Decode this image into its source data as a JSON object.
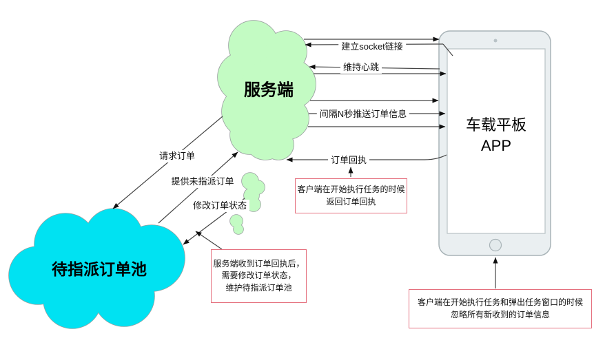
{
  "colors": {
    "server-fill": "#c3fbc3",
    "pool-fill": "#00e2f2",
    "cloud-stroke": "#999f9f",
    "device-fill": "#eaeff1",
    "device-stroke": "#a8b3b7",
    "screen-stroke": "#bcc5c8",
    "note-border": "#e5707e",
    "line-color": "#444444",
    "text-color": "#111111"
  },
  "nodes": {
    "server": {
      "label": "服务端"
    },
    "pool": {
      "label": "待指派订单池"
    },
    "tablet": {
      "label_line1": "车载平板",
      "label_line2": "APP"
    }
  },
  "connectors": {
    "establish_socket": {
      "label": "建立socket链接"
    },
    "heartbeat": {
      "label": "维持心跳"
    },
    "push_orders": {
      "label": "间隔N秒推送订单信息"
    },
    "order_receipt": {
      "label": "订单回执"
    },
    "request_order": {
      "label": "请求订单"
    },
    "provide_unassigned": {
      "label": "提供未指派订单"
    },
    "modify_status": {
      "label": "修改订单状态"
    }
  },
  "notes": {
    "receipt_note": {
      "lines": [
        "客户端在开始执行任务的时候",
        "返回订单回执"
      ]
    },
    "server_note": {
      "lines": [
        "服务端收到订单回执后，",
        "需要修改订单状态，",
        "维护待指派订单池"
      ]
    },
    "ignore_note": {
      "lines": [
        "客户端在开始执行任务和弹出任务窗口的时候",
        "忽略所有新收到的订单信息"
      ]
    }
  }
}
